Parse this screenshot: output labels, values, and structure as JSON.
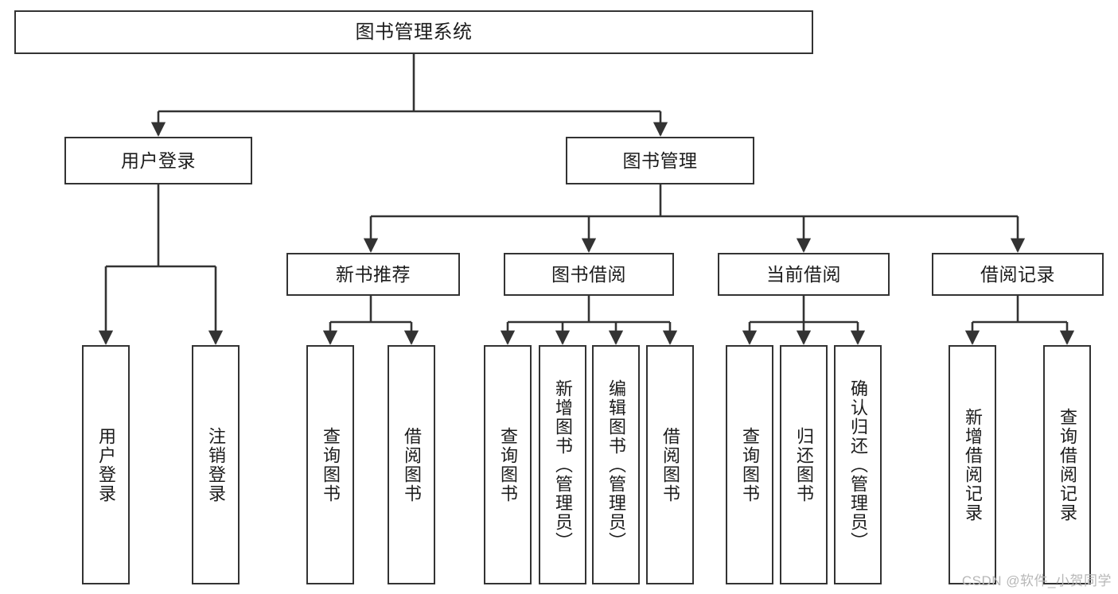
{
  "diagram": {
    "type": "tree",
    "title": "图书管理系统",
    "orientation": "top-down",
    "colors": {
      "background": "#ffffff",
      "box_fill": "#ffffff",
      "box_border": "#333333",
      "connector": "#333333",
      "text": "#1c1c1c",
      "watermark": "#b7b7b7"
    },
    "root": {
      "label": "图书管理系统"
    },
    "level2": [
      {
        "label": "用户登录"
      },
      {
        "label": "图书管理"
      }
    ],
    "level3": [
      {
        "label": "新书推荐"
      },
      {
        "label": "图书借阅"
      },
      {
        "label": "当前借阅"
      },
      {
        "label": "借阅记录"
      }
    ],
    "leaves": {
      "user_login": [
        {
          "label": "用户登录"
        },
        {
          "label": "注销登录"
        }
      ],
      "new_book_recommend": [
        {
          "label": "查询图书"
        },
        {
          "label": "借阅图书"
        }
      ],
      "book_borrow": [
        {
          "label": "查询图书"
        },
        {
          "label": "新增图书（管理员）"
        },
        {
          "label": "编辑图书（管理员）"
        },
        {
          "label": "借阅图书"
        }
      ],
      "current_borrow": [
        {
          "label": "查询图书"
        },
        {
          "label": "归还图书"
        },
        {
          "label": "确认归还（管理员）"
        }
      ],
      "borrow_record": [
        {
          "label": "新增借阅记录"
        },
        {
          "label": "查询借阅记录"
        }
      ]
    }
  },
  "watermark": {
    "text": "CSDN @软件_小贺同学"
  }
}
